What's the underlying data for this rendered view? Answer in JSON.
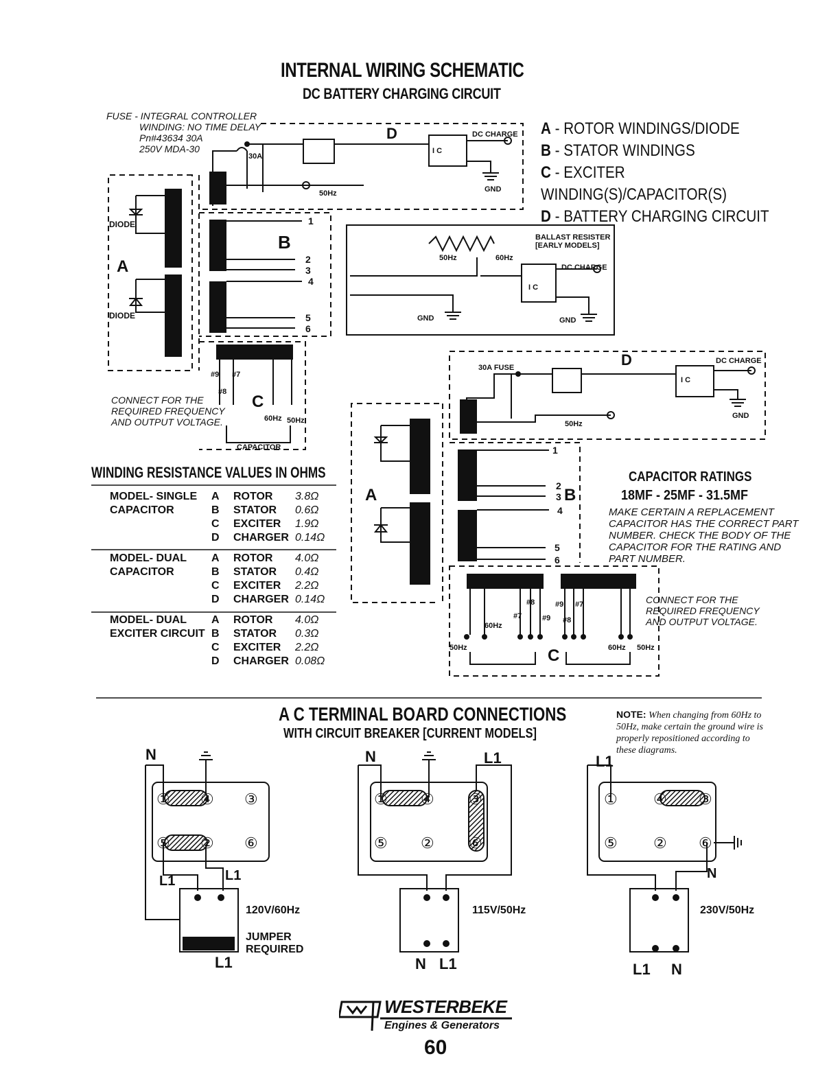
{
  "header": {
    "title": "INTERNAL WIRING SCHEMATIC",
    "subtitle": "DC BATTERY CHARGING CIRCUIT"
  },
  "fuse_note": {
    "line1": "FUSE - INTEGRAL CONTROLLER",
    "line2": "WINDING: NO TIME DELAY",
    "line3": "Pn#43634  30A",
    "line4": "250V  MDA-30"
  },
  "legend": [
    {
      "letter": "A",
      "text": "- ROTOR WINDINGS/DIODE"
    },
    {
      "letter": "B",
      "text": "- STATOR WINDINGS"
    },
    {
      "letter": "C",
      "text": "- EXCITER WINDING(S)/CAPACITOR(S)"
    },
    {
      "letter": "D",
      "text": "- BATTERY CHARGING CIRCUIT"
    }
  ],
  "labels": {
    "d": "D",
    "a": "A",
    "b": "B",
    "c": "C",
    "dc_charge": "DC CHARGE",
    "ic": "I C",
    "gnd": "GND",
    "fuse30a": "30A",
    "fuse30a_long": "30A FUSE",
    "hz50": "50Hz",
    "hz60": "60Hz",
    "diode": "DIODE",
    "ballast_line1": "BALLAST RESISTER",
    "ballast_line2": "[EARLY MODELS]",
    "capacitor": "CAPACITOR",
    "connect_line1": "CONNECT FOR THE",
    "connect_line2": "REQUIRED FREQUENCY",
    "connect_line3": "AND OUTPUT VOLTAGE.",
    "t1": "1",
    "t2": "2",
    "t3": "3",
    "t4": "4",
    "t5": "5",
    "t6": "6",
    "n7": "#7",
    "n8": "#8",
    "n9": "#9"
  },
  "resistance": {
    "title": "WINDING RESISTANCE VALUES IN OHMS",
    "groups": [
      {
        "model1": "MODEL- SINGLE",
        "model2": "CAPACITOR",
        "rows": [
          [
            "A",
            "ROTOR",
            "3.8Ω"
          ],
          [
            "B",
            "STATOR",
            "0.6Ω"
          ],
          [
            "C",
            "EXCITER",
            "1.9Ω"
          ],
          [
            "D",
            "CHARGER",
            "0.14Ω"
          ]
        ]
      },
      {
        "model1": "MODEL- DUAL",
        "model2": "CAPACITOR",
        "rows": [
          [
            "A",
            "ROTOR",
            "4.0Ω"
          ],
          [
            "B",
            "STATOR",
            "0.4Ω"
          ],
          [
            "C",
            "EXCITER",
            "2.2Ω"
          ],
          [
            "D",
            "CHARGER",
            "0.14Ω"
          ]
        ]
      },
      {
        "model1": "MODEL- DUAL",
        "model2": "EXCITER CIRCUIT",
        "rows": [
          [
            "A",
            "ROTOR",
            "4.0Ω"
          ],
          [
            "B",
            "STATOR",
            "0.3Ω"
          ],
          [
            "C",
            "EXCITER",
            "2.2Ω"
          ],
          [
            "D",
            "CHARGER",
            "0.08Ω"
          ]
        ]
      }
    ]
  },
  "capacitor_ratings": {
    "title": "CAPACITOR RATINGS",
    "values": "18MF - 25MF - 31.5MF",
    "text1": "MAKE CERTAIN A REPLACEMENT",
    "text2": "CAPACITOR HAS THE CORRECT PART",
    "text3": "NUMBER. CHECK THE BODY OF THE",
    "text4": "CAPACITOR FOR THE RATING AND",
    "text5": "PART NUMBER."
  },
  "ac_section": {
    "title": "A C TERMINAL BOARD CONNECTIONS",
    "subtitle": "WITH CIRCUIT BREAKER [CURRENT MODELS]",
    "note_bold": "NOTE:",
    "note1": "When changing from 60Hz to",
    "note2": "50Hz, make certain the ground wire is",
    "note3": "properly repositioned according to",
    "note4": "these diagrams.",
    "n": "N",
    "l1": "L1",
    "board1_label": "120V/60Hz",
    "jumper1": "JUMPER",
    "jumper2": "REQUIRED",
    "board2_label": "115V/50Hz",
    "board3_label": "230V/50Hz",
    "terminals": [
      "①",
      "②",
      "③",
      "④",
      "⑤",
      "⑥"
    ]
  },
  "footer": {
    "brand": "WESTERBEKE",
    "tagline": "Engines & Generators",
    "page": "60"
  }
}
